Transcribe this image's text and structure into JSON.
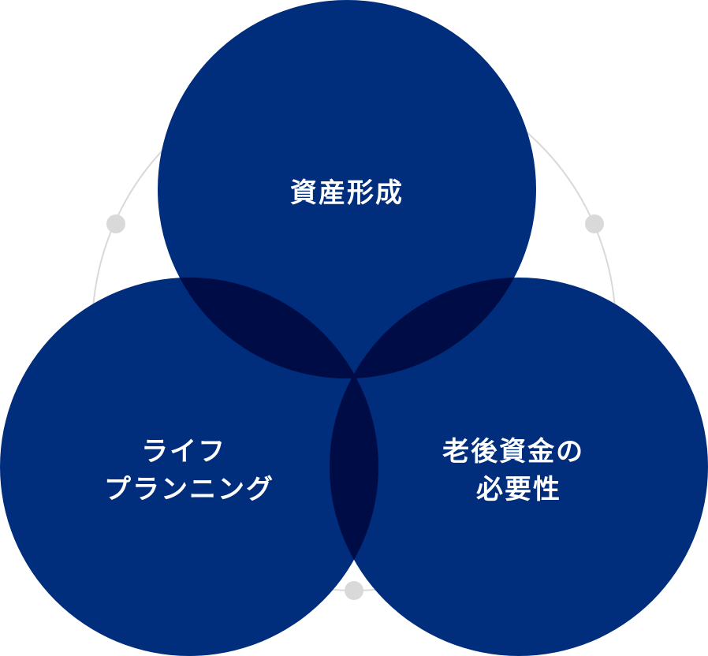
{
  "colors": {
    "circle_fill": "#002D7C",
    "overlap_fill": "#000C45",
    "guide_ring": "#D9D9D9",
    "guide_dot": "#D9D9D9",
    "label_text": "#FFFFFF"
  },
  "circles": [
    {
      "label_lines": [
        "資産形成"
      ]
    },
    {
      "label_lines": [
        "ライフ",
        "プランニング"
      ]
    },
    {
      "label_lines": [
        "老後資金の",
        "必要性"
      ]
    }
  ]
}
